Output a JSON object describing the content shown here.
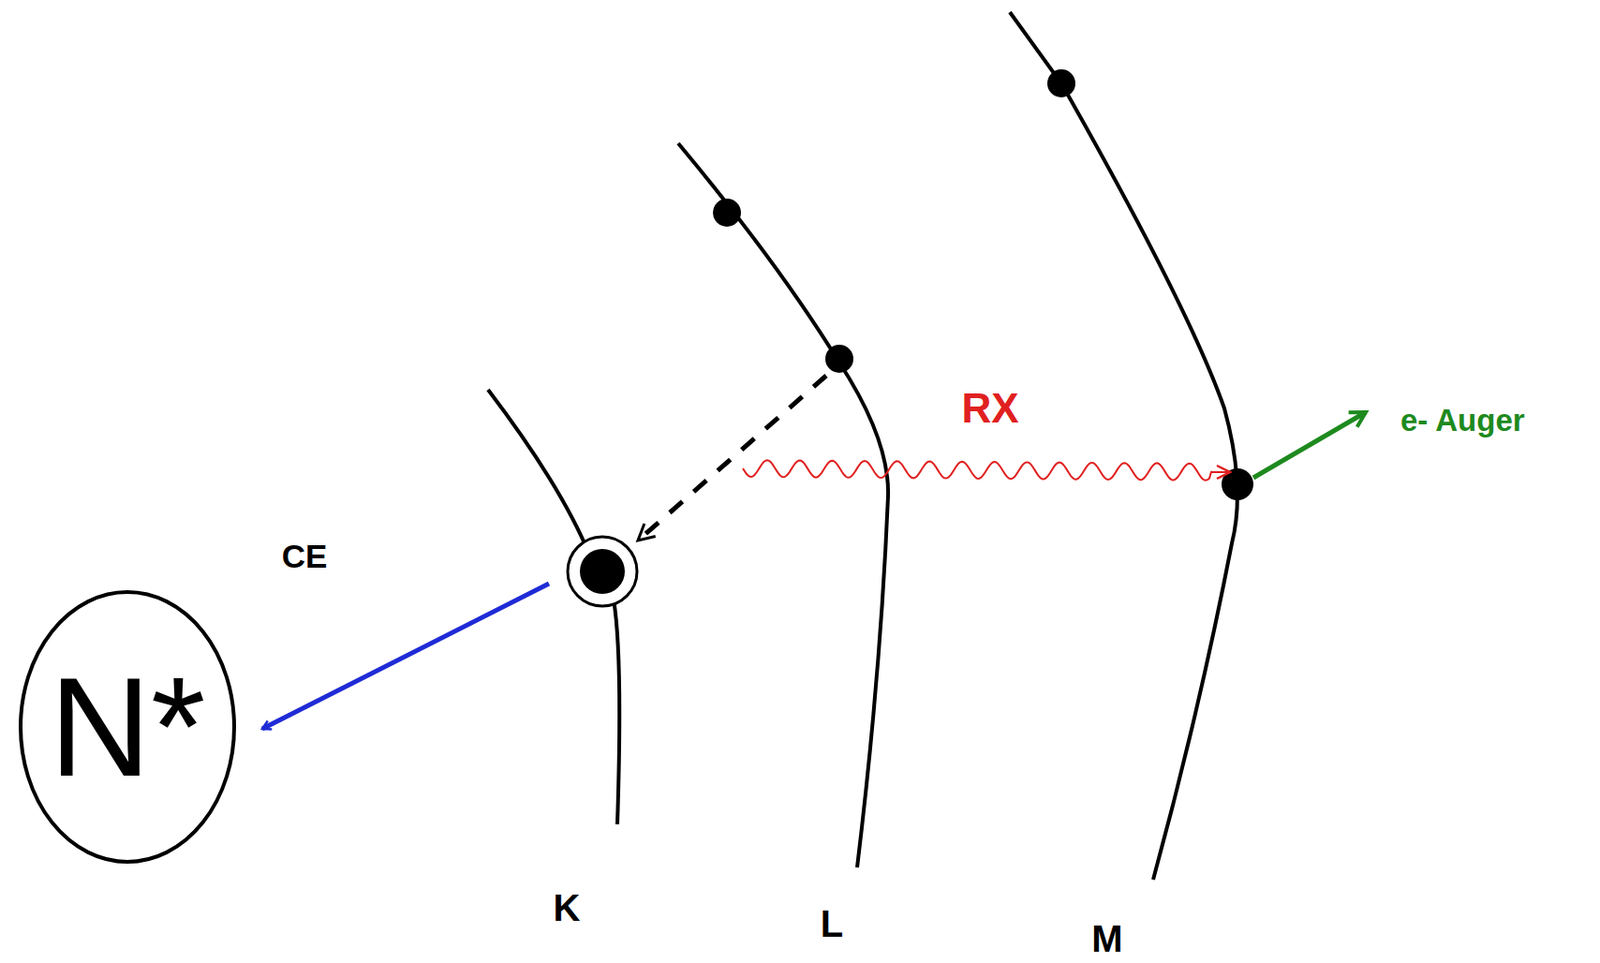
{
  "diagram": {
    "nodes": [
      {
        "text": [
          "N*"
        ]
      }
    ],
    "labels": [
      "CE",
      "RX",
      "e- Auger",
      "K",
      "L",
      "M"
    ]
  }
}
